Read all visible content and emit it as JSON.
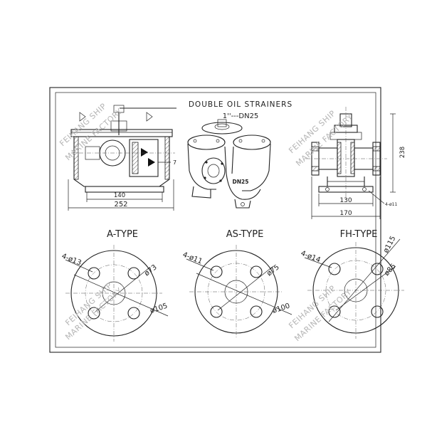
{
  "title": {
    "main": "DOUBLE OIL STRAINERS",
    "size": "1''---DN25"
  },
  "front_view": {
    "dim_140": "140",
    "dim_252": "252",
    "dim_7": "7"
  },
  "iso_view": {
    "label": "DN25"
  },
  "side_view": {
    "dim_238": "238",
    "dim_130": "130",
    "dim_170": "170",
    "dim_holes": "4-ø11"
  },
  "flanges": [
    {
      "type": "A-TYPE",
      "holes": "4-ø13",
      "pcd": "ø73",
      "od": "ø105"
    },
    {
      "type": "AS-TYPE",
      "holes": "4-ø11",
      "pcd": "ø75",
      "od": "ø100"
    },
    {
      "type": "FH-TYPE",
      "holes": "4-ø14",
      "pcd": "ø85",
      "od": "ø115"
    }
  ],
  "watermarks": {
    "line1": "FEIHANG SHIP",
    "line2": "MARINE FACTORY"
  }
}
